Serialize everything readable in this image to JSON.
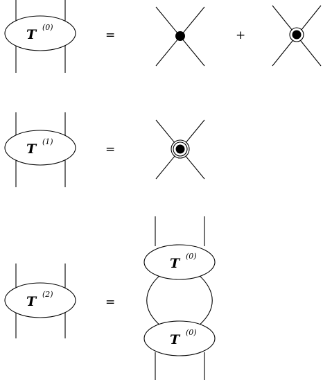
{
  "rows": [
    {
      "tmatrix": {
        "letter": "T",
        "order": "(0)"
      },
      "equals": "=",
      "plus": "+",
      "rhs": [
        "contact-vertex",
        "contact-vertex-circled"
      ]
    },
    {
      "tmatrix": {
        "letter": "T",
        "order": "(1)"
      },
      "equals": "=",
      "rhs": [
        "contact-vertex-double-circled"
      ]
    },
    {
      "tmatrix": {
        "letter": "T",
        "order": "(2)"
      },
      "equals": "=",
      "rhs": [
        "bubble-loop"
      ],
      "bubble": {
        "top": {
          "letter": "T",
          "order": "(0)"
        },
        "bottom": {
          "letter": "T",
          "order": "(0)"
        }
      }
    }
  ],
  "colors": {
    "ink": "#000000",
    "background": "#ffffff"
  }
}
